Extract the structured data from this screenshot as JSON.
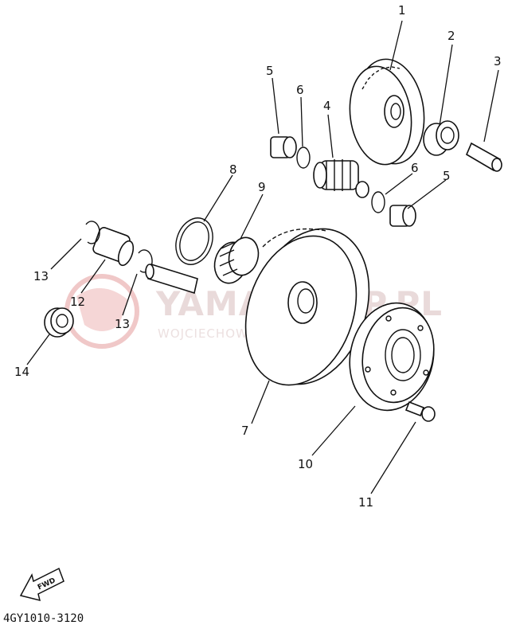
{
  "watermark": {
    "brand": "YAMASKLEP.PL",
    "subtitle": "WOJCIECHOWICZ DEALER YAMAHA"
  },
  "diagram_code": "4GY1010-3120",
  "fwd_label": "FWD",
  "callouts": [
    "1",
    "2",
    "3",
    "4",
    "5",
    "6",
    "5",
    "6",
    "7",
    "8",
    "9",
    "10",
    "11",
    "12",
    "13",
    "13",
    "14"
  ]
}
